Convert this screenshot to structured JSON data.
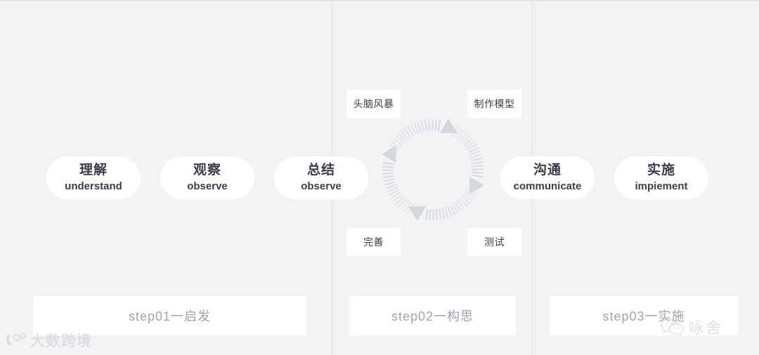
{
  "canvas": {
    "background_color": "#f2f3f5",
    "card_color": "#ffffff",
    "text_color": "#3a3e4b",
    "muted_text_color": "#9fa4ad",
    "ring_color": "#d4d7dc",
    "divider_color": "#e1e3e6"
  },
  "process_pills": [
    {
      "cn": "理解",
      "en": "understand"
    },
    {
      "cn": "观察",
      "en": "observe"
    },
    {
      "cn": "总结",
      "en": "observe"
    },
    {
      "cn": "沟通",
      "en": "communicate"
    },
    {
      "cn": "实施",
      "en": "impiement"
    }
  ],
  "cycle": {
    "direction": "clockwise",
    "segments": 4,
    "labels": {
      "top_left": "头脑风暴",
      "top_right": "制作模型",
      "bottom_left": "完善",
      "bottom_right": "测试"
    }
  },
  "steps": [
    {
      "label": "step01一启发"
    },
    {
      "label": "step02一构思"
    },
    {
      "label": "step03一实施"
    }
  ],
  "watermarks": {
    "bottom_left": {
      "text": "大数跨境",
      "icon": "logo-icon"
    },
    "bottom_right": {
      "text": "咏舍",
      "icon": "wechat-icon"
    }
  }
}
